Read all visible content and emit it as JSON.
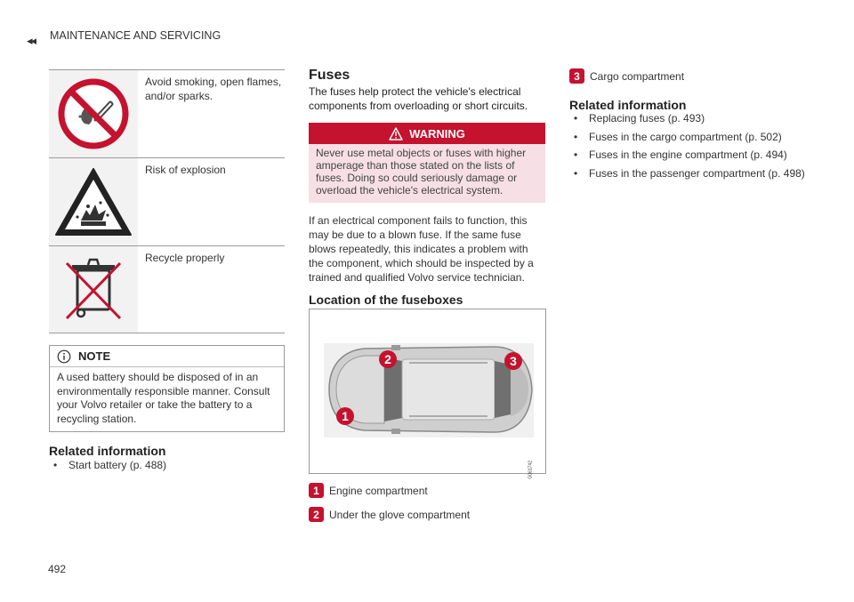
{
  "header": {
    "mark": "◂◂",
    "title": "MAINTENANCE AND SERVICING"
  },
  "page_number": "492",
  "symbols": [
    {
      "icon": "no-smoking-flames-icon",
      "text": "Avoid smoking, open flames, and/or sparks."
    },
    {
      "icon": "explosion-warning-icon",
      "text": "Risk of explosion"
    },
    {
      "icon": "recycle-bin-crossed-icon",
      "text": "Recycle properly"
    }
  ],
  "note": {
    "label": "NOTE",
    "icon": "info-icon",
    "text": "A used battery should be disposed of in an environmentally responsible manner. Consult your Volvo retailer or take the battery to a recycling station."
  },
  "left_related": {
    "title": "Related information",
    "items": [
      "Start battery (p. 488)"
    ]
  },
  "fuses": {
    "title": "Fuses",
    "intro": "The fuses help protect the vehicle's electrical components from overloading or short circuits."
  },
  "warning": {
    "label": "WARNING",
    "icon": "warning-triangle-icon",
    "text": "Never use metal objects or fuses with higher amperage than those stated on the lists of fuses. Doing so could seriously damage or overload the vehicle's electrical system."
  },
  "fuse_paragraph": "If an electrical component fails to function, this may be due to a blown fuse. If the same fuse blows repeatedly, this indicates a problem with the component, which should be inspected by a trained and qualified Volvo service technician.",
  "location": {
    "title": "Location of the fuseboxes",
    "figure_code": "G061742",
    "markers": [
      "1",
      "2",
      "3"
    ]
  },
  "legend": [
    {
      "num": "1",
      "text": "Engine compartment"
    },
    {
      "num": "2",
      "text": "Under the glove compartment"
    },
    {
      "num": "3",
      "text": "Cargo compartment"
    }
  ],
  "right_related": {
    "title": "Related information",
    "items": [
      "Replacing fuses (p. 493)",
      "Fuses in the cargo compartment (p. 502)",
      "Fuses in the engine compartment (p. 494)",
      "Fuses in the passenger compartment (p. 498)"
    ]
  },
  "colors": {
    "warning_red": "#c4122f",
    "warning_bg": "#f6dfe5",
    "badge_red": "#c4122f"
  }
}
